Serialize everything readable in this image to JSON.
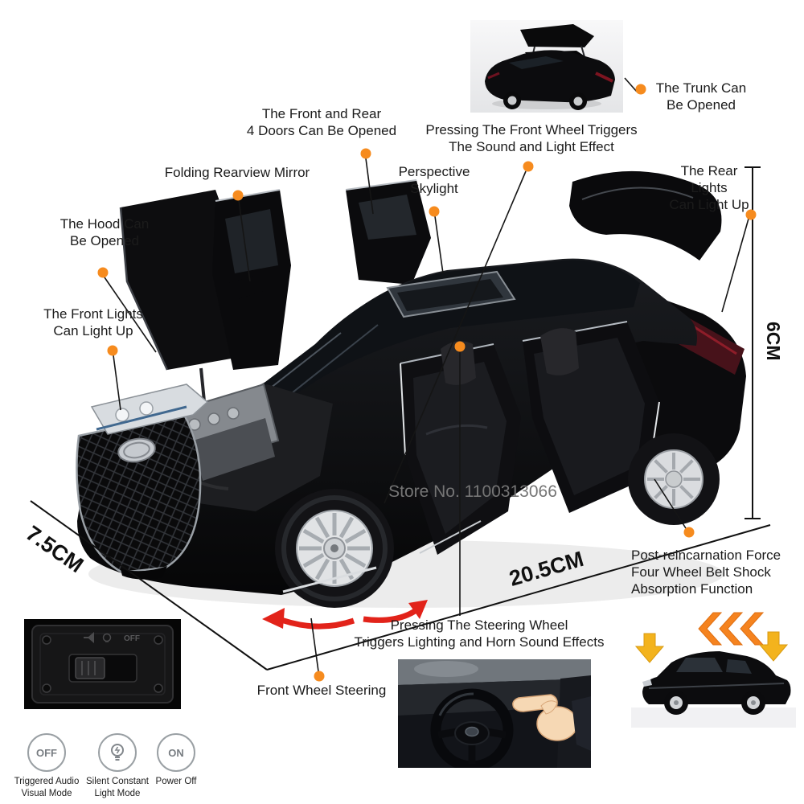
{
  "callouts": {
    "front_rear_doors": "The Front and Rear\n4 Doors Can Be Opened",
    "trunk": "The Trunk Can\nBe Opened",
    "front_wheel_sound": "Pressing The Front Wheel Triggers\nThe Sound and Light Effect",
    "rearview_mirror": "Folding Rearview Mirror",
    "skylight": "Perspective\nSkylight",
    "rear_lights": "The Rear Lights\nCan Light Up",
    "hood": "The Hood Can\nBe Opened",
    "front_lights": "The Front Lights\nCan Light Up",
    "shock_absorption": "Post-reincarnation Force\nFour Wheel Belt Shock\nAbsorption Function",
    "steering_wheel_sound": "Pressing The Steering Wheel\nTriggers Lighting and Horn Sound Effects",
    "front_wheel_steering": "Front Wheel Steering"
  },
  "dimensions": {
    "height": "6CM",
    "width": "7.5CM",
    "length": "20.5CM"
  },
  "watermark": "Store No. 1100313066",
  "battery": {
    "marking": "OFF"
  },
  "modes": [
    {
      "label": "OFF",
      "caption": "Triggered Audio\nVisual Mode"
    },
    {
      "label": "",
      "caption": "Silent Constant\nLight Mode"
    },
    {
      "label": "ON",
      "caption": "Power Off"
    }
  ],
  "colors": {
    "callout_dot": "#f68b1e",
    "steering_arrow": "#e2231a",
    "shock_arrow_orange": "#f5831f",
    "shock_arrow_gold": "#f3b31d",
    "text": "#1b1b1b",
    "watermark": "#757575"
  }
}
